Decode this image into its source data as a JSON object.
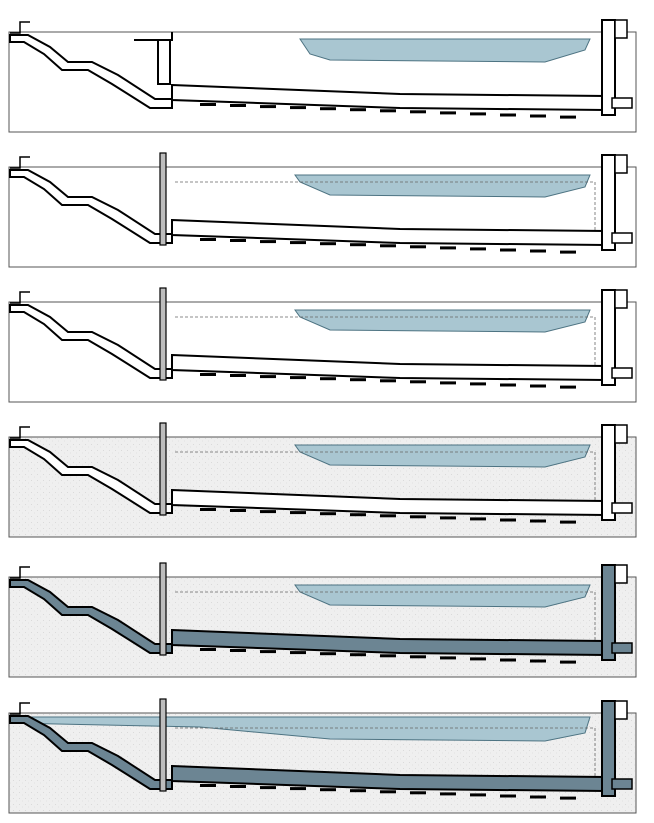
{
  "figure": {
    "panels": [
      {
        "stage": 1,
        "ground": "none",
        "concrete_fill": "none",
        "cut_pile": false,
        "water_to_left_edge": false,
        "fill_dashed_outline": false
      },
      {
        "stage": 2,
        "ground": "none",
        "concrete_fill": "none",
        "cut_pile": true,
        "water_to_left_edge": false,
        "fill_dashed_outline": true
      },
      {
        "stage": 3,
        "ground": "none",
        "concrete_fill": "none",
        "cut_pile": true,
        "water_to_left_edge": false,
        "fill_dashed_outline": true
      },
      {
        "stage": 4,
        "ground": "stippled",
        "concrete_fill": "none",
        "cut_pile": true,
        "water_to_left_edge": false,
        "fill_dashed_outline": true
      },
      {
        "stage": 5,
        "ground": "stippled",
        "concrete_fill": "slate",
        "cut_pile": true,
        "water_to_left_edge": false,
        "fill_dashed_outline": true
      },
      {
        "stage": 6,
        "ground": "stippled",
        "concrete_fill": "slate",
        "cut_pile": true,
        "water_to_left_edge": true,
        "fill_dashed_outline": true
      }
    ],
    "colors": {
      "water": "#a9c6d1",
      "water_edge": "#4d7382",
      "slate": "#6c8593",
      "ground": "#efefef",
      "stipple": "#d6d6d6",
      "line": "#000000"
    }
  }
}
